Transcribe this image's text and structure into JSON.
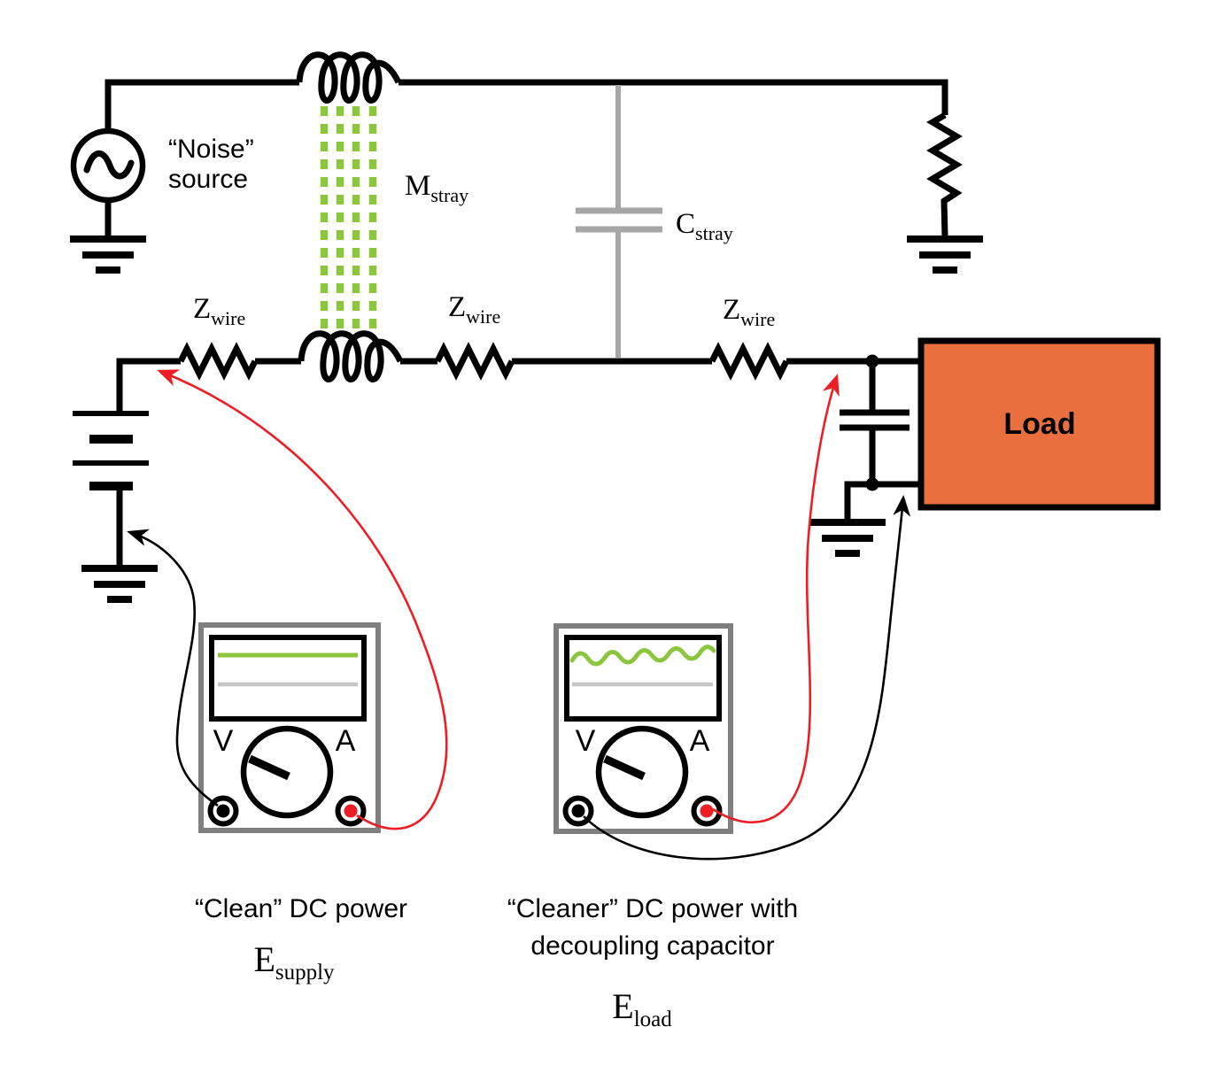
{
  "labels": {
    "noise_line1": "“Noise”",
    "noise_line2": "source",
    "m_stray": {
      "main": "M",
      "sub": "stray"
    },
    "c_stray": {
      "main": "C",
      "sub": "stray"
    },
    "z_wire_left": {
      "main": "Z",
      "sub": "wire"
    },
    "z_wire_mid": {
      "main": "Z",
      "sub": "wire"
    },
    "z_wire_right": {
      "main": "Z",
      "sub": "wire"
    },
    "load": "Load"
  },
  "meters": {
    "left": {
      "volt": "V",
      "amp": "A",
      "caption": "“Clean” DC power",
      "reading": {
        "main": "E",
        "sub": "supply"
      }
    },
    "right": {
      "volt": "V",
      "amp": "A",
      "caption_line1": "“Cleaner” DC power with",
      "caption_line2": "decoupling capacitor",
      "reading": {
        "main": "E",
        "sub": "load"
      }
    }
  },
  "colors": {
    "wire_black": "#000000",
    "stray_capacitance_gray": "#a6a6a6",
    "mutual_coupling_green": "#8cc63e",
    "probe_red": "#ee1d23",
    "load_orange": "#e96f3e",
    "meter_frame_gray": "#7f7f7f",
    "screen_trace_green": "#8cc63e",
    "screen_baseline_gray": "#c6c6c6"
  }
}
